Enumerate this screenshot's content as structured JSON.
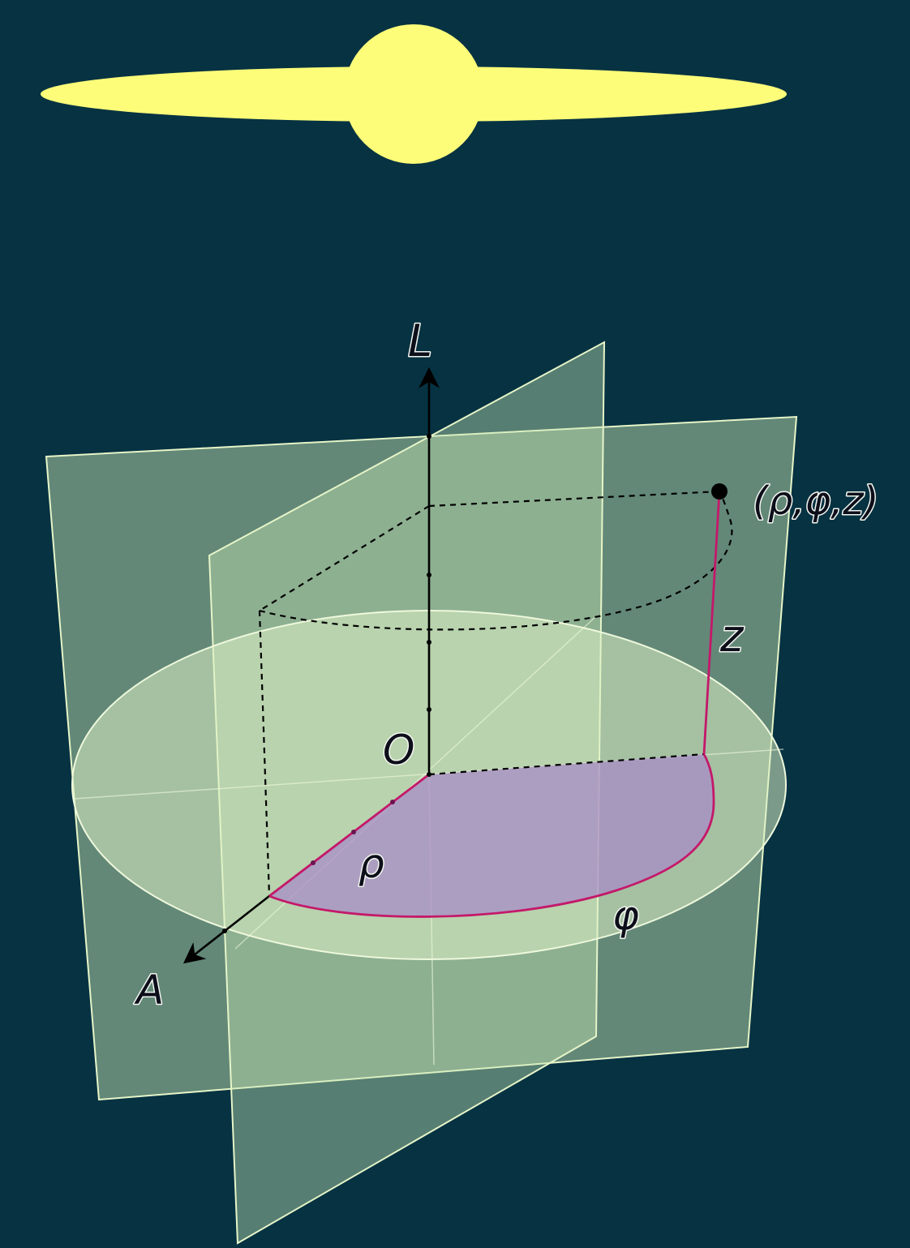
{
  "diagram": {
    "labels": {
      "vertical_axis": "L",
      "radial_axis": "A",
      "origin": "O",
      "point": "(ρ,φ,z)",
      "rho": "ρ",
      "phi": "φ",
      "z": "z"
    },
    "colors": {
      "background": "#063242",
      "badge": "#fdfd79",
      "plane_fill": "#c8e6b4",
      "plane_edge": "#e6f5c8",
      "sector_fill": "#a889c8",
      "path_stroke": "#c4186a",
      "axis_stroke": "#000000"
    }
  }
}
